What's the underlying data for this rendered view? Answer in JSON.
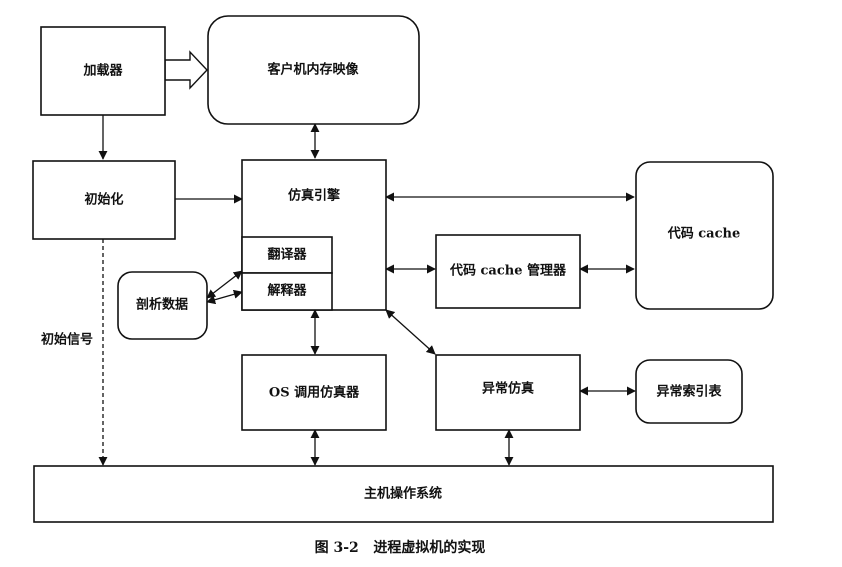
{
  "nodes": {
    "loader": "加载器",
    "client_image": "客户机内存映像",
    "init": "初始化",
    "engine": "仿真引擎",
    "translator": "翻译器",
    "interpreter": "解释器",
    "profile": "剖析数据",
    "cache_mgr": "代码 cache 管理器",
    "code_cache": "代码 cache",
    "os_emu": "OS 调用仿真器",
    "exc_emu": "异常仿真",
    "exc_table": "异常索引表",
    "host_os": "主机操作系统"
  },
  "edge_labels": {
    "init_signal": "初始信号"
  },
  "caption": "图 3-2   进程虚拟机的实现"
}
